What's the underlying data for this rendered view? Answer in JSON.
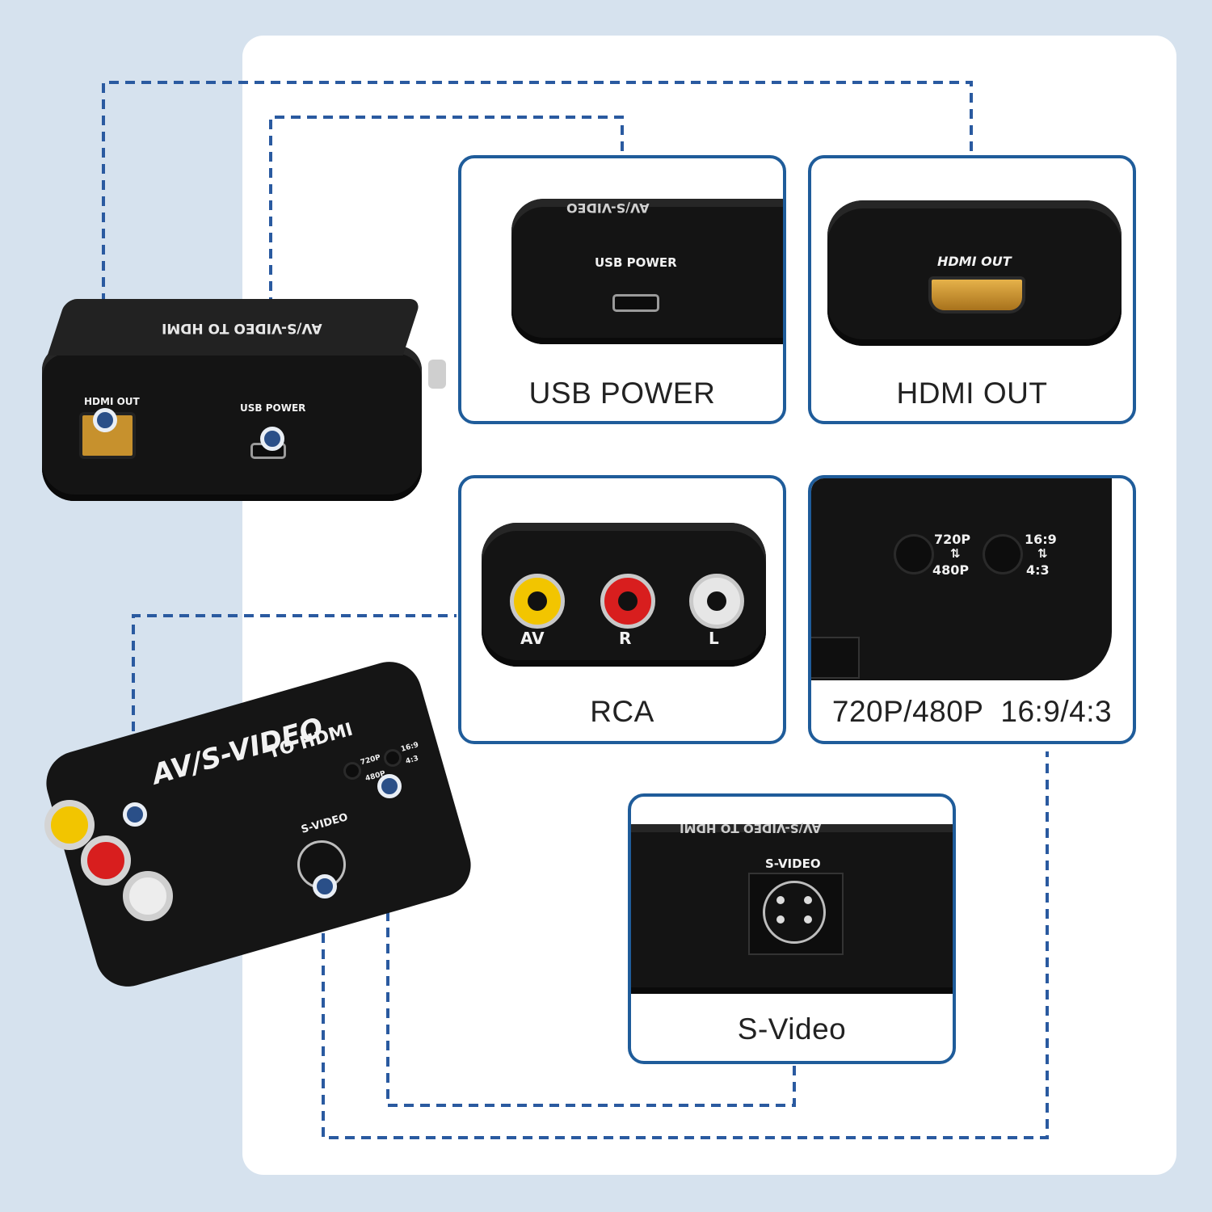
{
  "panels": {
    "usb_power": {
      "label": "USB POWER",
      "device_text": "USB POWER",
      "device_top_text": "AV/S-VIDEO"
    },
    "hdmi_out": {
      "label": "HDMI OUT",
      "device_text": "HDMI OUT"
    },
    "rca": {
      "label": "RCA",
      "ports": [
        "AV",
        "R",
        "L"
      ],
      "port_colors": [
        "#f2c500",
        "#d81e1e",
        "#e6e6e6"
      ]
    },
    "switches": {
      "label": "720P/480P  16:9/4:3",
      "switch1": {
        "top": "720P",
        "arrow": "⇅",
        "bottom": "480P"
      },
      "switch2": {
        "top": "16:9",
        "arrow": "⇅",
        "bottom": "4:3"
      }
    },
    "svideo": {
      "label": "S-Video",
      "device_text": "S-VIDEO",
      "device_top_text": "AV/S-VIDEO TO HDMI"
    }
  },
  "product_back": {
    "ports": [
      "HDMI OUT",
      "USB POWER"
    ],
    "title": "AV/S-VIDEO TO HDMI"
  },
  "product_front": {
    "title_line1": "AV/S-VIDEO",
    "title_line2": "TO HDMI",
    "switch1": [
      "720P",
      "480P"
    ],
    "switch2": [
      "16:9",
      "4:3"
    ],
    "port": "S-VIDEO"
  },
  "colors": {
    "accent": "#1f5c9a",
    "background": "#d6e2ee",
    "device": "#141414"
  }
}
